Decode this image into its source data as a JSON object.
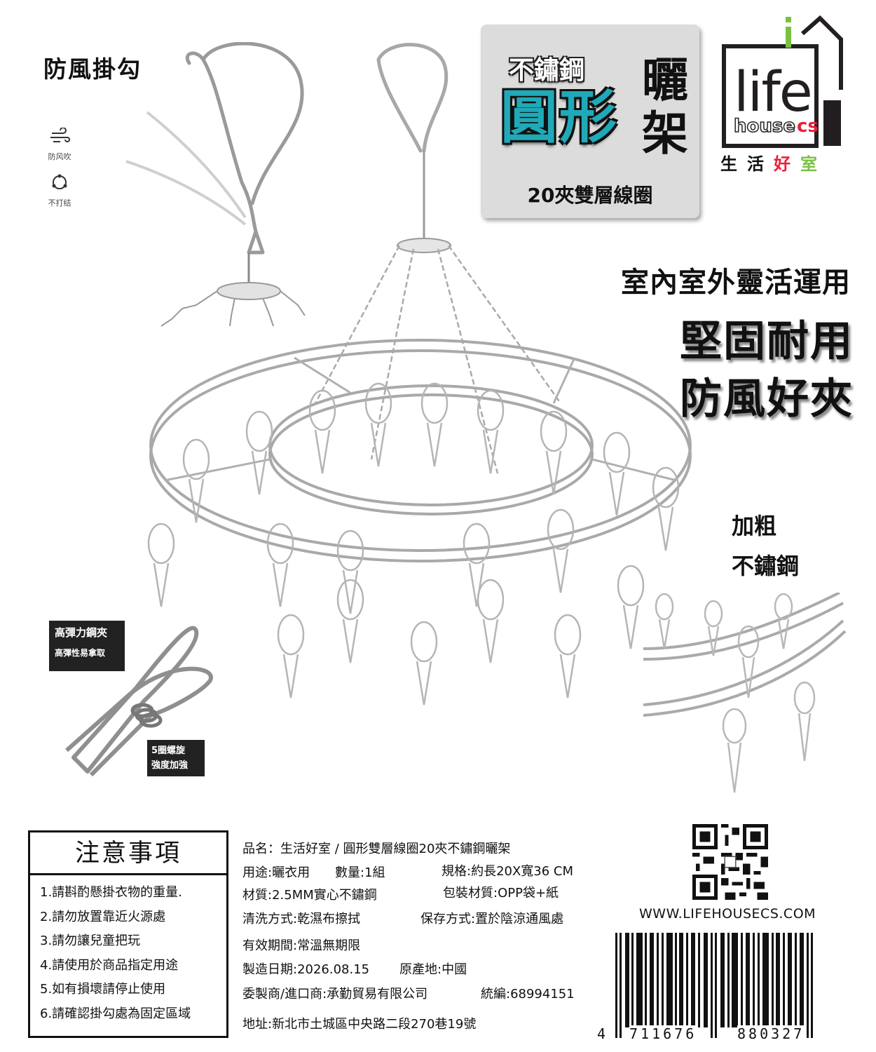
{
  "hook_section": {
    "title": "防風掛勾",
    "icons": [
      {
        "icon": "wind-icon",
        "label": "防风吹"
      },
      {
        "icon": "recycle-knot-icon",
        "label": "不打结"
      }
    ]
  },
  "title_card": {
    "sub": "不鏽鋼",
    "main": "圓形",
    "vertical": [
      "曬",
      "架"
    ],
    "bottom": "20夾雙層線圈"
  },
  "logo": {
    "top": "life",
    "bottom": "housecs",
    "cn": [
      "生",
      "活",
      "好",
      "室"
    ],
    "colors": {
      "green": "#7ac143",
      "red": "#e8203a",
      "dark": "#231f20"
    }
  },
  "slogans": {
    "line1": "室內室外靈活運用",
    "line2": "堅固耐用",
    "line3": "防風好夾",
    "thick1": "加粗",
    "thick2": "不鏽鋼"
  },
  "clip_badges": {
    "clip_l1": "高彈力鋼夾",
    "clip_l2": "高彈性易拿取",
    "spiral_l1": "5圈螺旋",
    "spiral_l2": "強度加強"
  },
  "notice": {
    "title": "注意事項",
    "items": [
      "1.請斟酌懸掛衣物的重量.",
      "2.請勿放置靠近火源處",
      "3.請勿讓兒童把玩",
      "4.請使用於商品指定用途",
      "5.如有損壞請停止使用",
      "6.請確認掛勾處為固定區域"
    ]
  },
  "product_info": {
    "name": "品名：生活好室 / 圓形雙層線圈20夾不鏽鋼曬架",
    "usage": "用途:曬衣用",
    "quantity": "數量:1組",
    "spec": "規格:約長20X寬36 CM",
    "material": "材質:2.5MM實心不鏽鋼",
    "packaging": "包裝材質:OPP袋+紙",
    "cleaning": "清洗方式:乾濕布擦拭",
    "storage": "保存方式:置於陰涼通風處",
    "validity": "有效期間:常溫無期限",
    "manufacture_date": "製造日期:2026.08.15",
    "origin": "原產地:中國",
    "importer": "委製商/進口商:承勤貿易有限公司",
    "tax_id": "統編:68994151",
    "address": "地址:新北市土城區中央路二段270巷19號"
  },
  "website": "WWW.LIFEHOUSECS.COM",
  "barcode": {
    "first": "4",
    "left": "711676",
    "right": "880327"
  }
}
